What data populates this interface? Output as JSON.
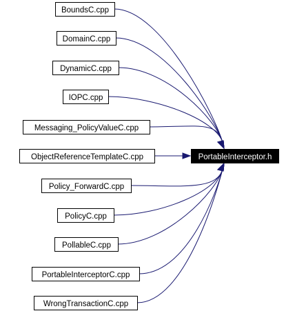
{
  "graph": {
    "target": "PortableInterceptor.h",
    "sources": [
      "BoundsC.cpp",
      "DomainC.cpp",
      "DynamicC.cpp",
      "IOPC.cpp",
      "Messaging_PolicyValueC.cpp",
      "ObjectReferenceTemplateC.cpp",
      "Policy_ForwardC.cpp",
      "PolicyC.cpp",
      "PollableC.cpp",
      "PortableInterceptorC.cpp",
      "WrongTransactionC.cpp"
    ],
    "colors": {
      "edge": "#191970",
      "target_fill": "#000000",
      "target_text": "#ffffff",
      "node_border": "#000000"
    }
  }
}
